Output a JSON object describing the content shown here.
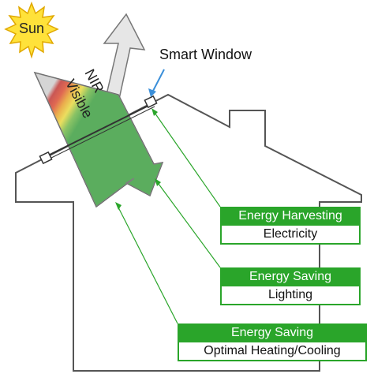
{
  "sun": {
    "label": "Sun"
  },
  "window": {
    "label": "Smart Window"
  },
  "beam": {
    "nir_label": "NIR",
    "visible_label": "Visible"
  },
  "outcomes": [
    {
      "heading": "Energy Harvesting",
      "detail": "Electricity"
    },
    {
      "heading": "Energy Saving",
      "detail": "Lighting"
    },
    {
      "heading": "Energy Saving",
      "detail": "Optimal Heating/Cooling"
    }
  ],
  "colors": {
    "sun_fill": "#ffe23a",
    "sun_stroke": "#e0a800",
    "house_stroke": "#555555",
    "callout_green": "#2aa52a",
    "pointer_blue": "#3b8fd9",
    "beam_grey": "#d9d9d9"
  }
}
